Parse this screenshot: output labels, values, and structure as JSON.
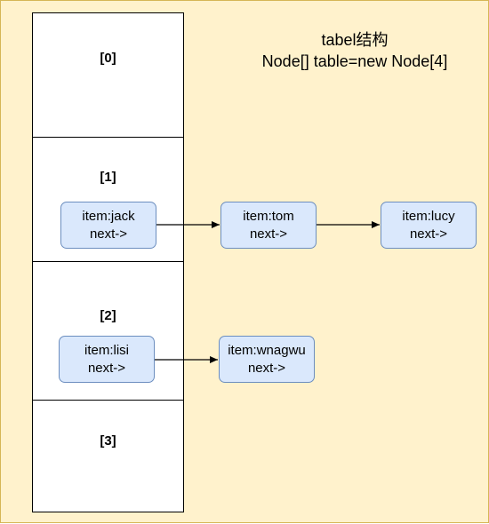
{
  "caption": {
    "line1": "tabel结构",
    "line2": "Node[] table=new Node[4]"
  },
  "slots": [
    {
      "label": "[0]"
    },
    {
      "label": "[1]"
    },
    {
      "label": "[2]"
    },
    {
      "label": "[3]"
    }
  ],
  "nodes": {
    "jack": {
      "item": "item:jack",
      "next": "next->"
    },
    "tom": {
      "item": "item:tom",
      "next": "next->"
    },
    "lucy": {
      "item": "item:lucy",
      "next": "next->"
    },
    "lisi": {
      "item": "item:lisi",
      "next": "next->"
    },
    "wnagwu": {
      "item": "item:wnagwu",
      "next": "next->"
    }
  },
  "colors": {
    "background": "#fff2cc",
    "node_fill": "#dae8fc",
    "node_stroke": "#6c8ebf"
  }
}
